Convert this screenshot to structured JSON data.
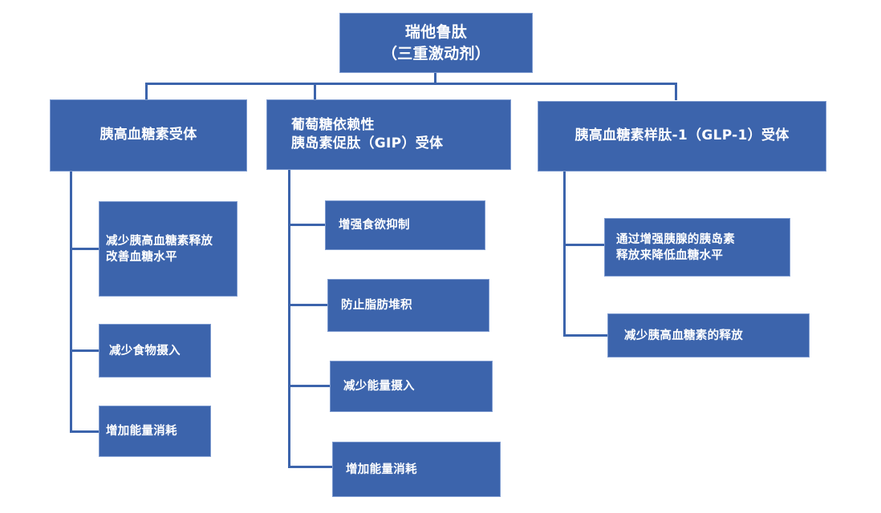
{
  "diagram": {
    "title_text": "瑞他鲁肽\n（三重激动剂）",
    "accent_color": "#3C64AC",
    "border_color": "#7E9BD0",
    "text_color": "#FFFFFF",
    "background_color": "#FFFFFF",
    "type": "tree-hierarchy",
    "root": {
      "label": "瑞他鲁肽\n（三重激动剂）"
    },
    "branches": [
      {
        "label": "胰高血糖素受体",
        "leaves": [
          {
            "label": "减少胰高血糖素释放\n改善血糖水平"
          },
          {
            "label": "减少食物摄入"
          },
          {
            "label": "增加能量消耗"
          }
        ]
      },
      {
        "label": "葡萄糖依赖性\n胰岛素促肽（GIP）受体",
        "leaves": [
          {
            "label": "增强食欲抑制"
          },
          {
            "label": "防止脂肪堆积"
          },
          {
            "label": "减少能量摄入"
          },
          {
            "label": "增加能量消耗"
          }
        ]
      },
      {
        "label": "胰高血糖素样肽-1（GLP-1）受体",
        "leaves": [
          {
            "label": "通过增强胰腺的胰岛素\n释放来降低血糖水平"
          },
          {
            "label": "减少胰高血糖素的释放"
          }
        ]
      }
    ]
  }
}
